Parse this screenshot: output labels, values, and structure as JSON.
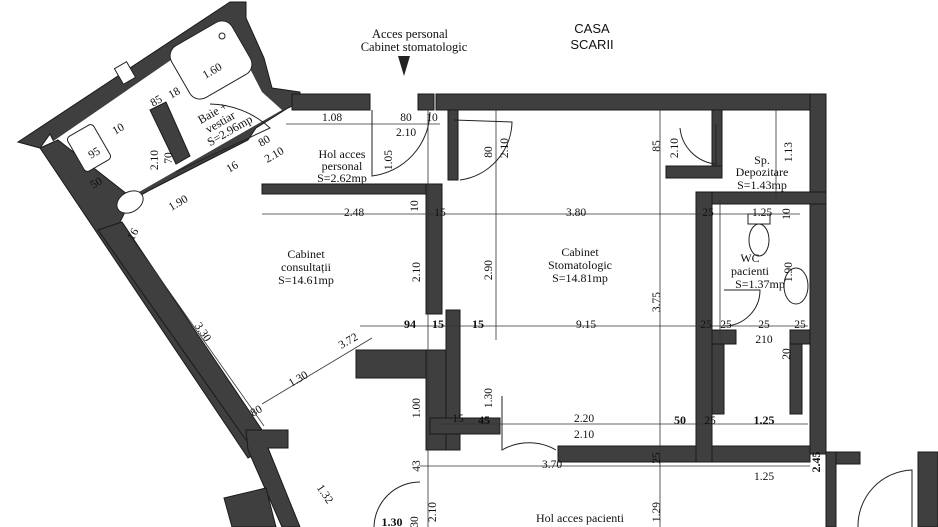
{
  "annotations": {
    "entrance_line1": "Acces personal",
    "entrance_line2": "Cabinet stomatologic",
    "stair_line1": "CASA",
    "stair_line2": "SCARII"
  },
  "rooms": {
    "bath": {
      "line1": "Baie +",
      "line2": "vestiar",
      "area": "S=2.96mp"
    },
    "hall_staff": {
      "line1": "Hol acces",
      "line2": "personal",
      "area": "S=2.62mp"
    },
    "storage": {
      "line1": "Sp.",
      "line2": "Depozitare",
      "area": "S=1.43mp"
    },
    "consult": {
      "line1": "Cabinet",
      "line2": "consultații",
      "area": "S=14.61mp"
    },
    "dental": {
      "line1": "Cabinet",
      "line2": "Stomatologic",
      "area": "S=14.81mp"
    },
    "wc": {
      "line1": "WC",
      "line2": "pacienti",
      "area": "S=1.37mp"
    },
    "hall_patients": {
      "line1": "Hol acces pacienti"
    }
  },
  "dimensions": {
    "d108": "1.08",
    "d80a": "80",
    "d10a": "10",
    "d210a": "2.10",
    "d105": "1.05",
    "d80b": "80",
    "d210b": "2.10",
    "d85": "85",
    "d210c": "2.10",
    "d113": "1.13",
    "d160": "1.60",
    "d85b": "85",
    "d18": "18",
    "d10b": "10",
    "d95": "95",
    "d50": "50",
    "d70": "70",
    "d210d": "2.10",
    "d80c": "80",
    "d210e": "2.10",
    "d16": "16",
    "d190": "1.90",
    "d16b": "16",
    "d10c": "10",
    "d248": "2.48",
    "d15a": "15",
    "d380": "3.80",
    "d25a": "25",
    "d125a": "1.25",
    "d10d": "10",
    "d210f": "2.10",
    "d290": "2.90",
    "d375": "3.75",
    "d190b": "1.90",
    "d94": "94",
    "d15b": "15",
    "d15c": "15",
    "d915": "9.15",
    "d25b": "25",
    "d25c": "25",
    "d25d": "25",
    "d25e": "25",
    "d210g": "210",
    "d20": "20",
    "d330": "3.30",
    "d372": "3.72",
    "d130": "1.30",
    "d80d": "80",
    "d100": "1.00",
    "d130b": "1.30",
    "d15d": "15",
    "d45": "45",
    "d220": "2.20",
    "d210h": "2.10",
    "d50b": "50",
    "d25f": "25",
    "d125b": "1.25",
    "d43": "43",
    "d370": "3.70",
    "d125c": "1.25",
    "d245": "2.45",
    "d25g": "25",
    "d210i": "2.10",
    "d129": "1.29",
    "d132": "1.32",
    "d30": "30",
    "d130c": "1.30"
  }
}
